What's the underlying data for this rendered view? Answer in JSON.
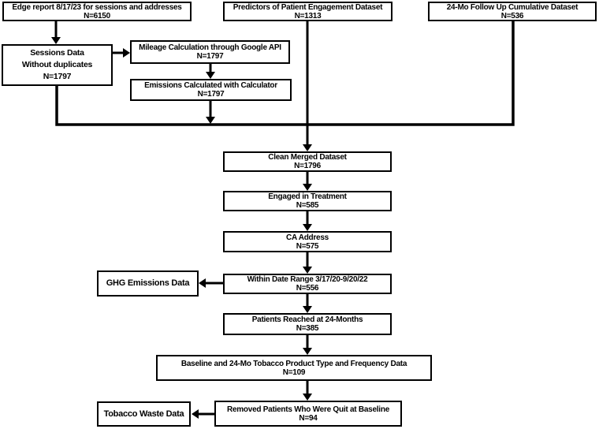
{
  "diagram": {
    "title": "Dataset merge and filtering flowchart",
    "colors": {
      "line": "#000000",
      "box_border": "#000000",
      "box_fill": "#ffffff",
      "text": "#000000",
      "background": "#ffffff"
    },
    "boxes": {
      "edge_report": {
        "lines": [
          "Edge report 8/17/23 for sessions and addresses",
          "N=6150"
        ]
      },
      "predictors": {
        "lines": [
          "Predictors of Patient Engagement Dataset",
          "N=1313"
        ]
      },
      "followup": {
        "lines": [
          "24-Mo Follow Up Cumulative Dataset",
          "N=536"
        ]
      },
      "sessions": {
        "lines": [
          "Sessions Data",
          "Without duplicates",
          "N=1797"
        ]
      },
      "mileage": {
        "lines": [
          "Mileage Calculation through Google API",
          "N=1797"
        ]
      },
      "emissions": {
        "lines": [
          "Emissions Calculated with Calculator",
          "N=1797"
        ]
      },
      "clean_merged": {
        "lines": [
          "Clean Merged Dataset",
          "N=1796"
        ]
      },
      "engaged": {
        "lines": [
          "Engaged in Treatment",
          "N=585"
        ]
      },
      "ca_address": {
        "lines": [
          "CA Address",
          "N=575"
        ]
      },
      "within_range": {
        "lines": [
          "Within Date Range 3/17/20-9/20/22",
          "N=556"
        ]
      },
      "patients_reached": {
        "lines": [
          "Patients Reached at 24-Months",
          "N=385"
        ]
      },
      "baseline_tobacco": {
        "lines": [
          "Baseline and 24-Mo Tobacco Product Type and Frequency Data",
          "N=109"
        ]
      },
      "removed_quit": {
        "lines": [
          "Removed Patients Who Were Quit at Baseline",
          "N=94"
        ]
      },
      "ghg": {
        "lines": [
          "GHG Emissions Data"
        ]
      },
      "tobacco_waste": {
        "lines": [
          "Tobacco Waste Data"
        ]
      }
    }
  }
}
